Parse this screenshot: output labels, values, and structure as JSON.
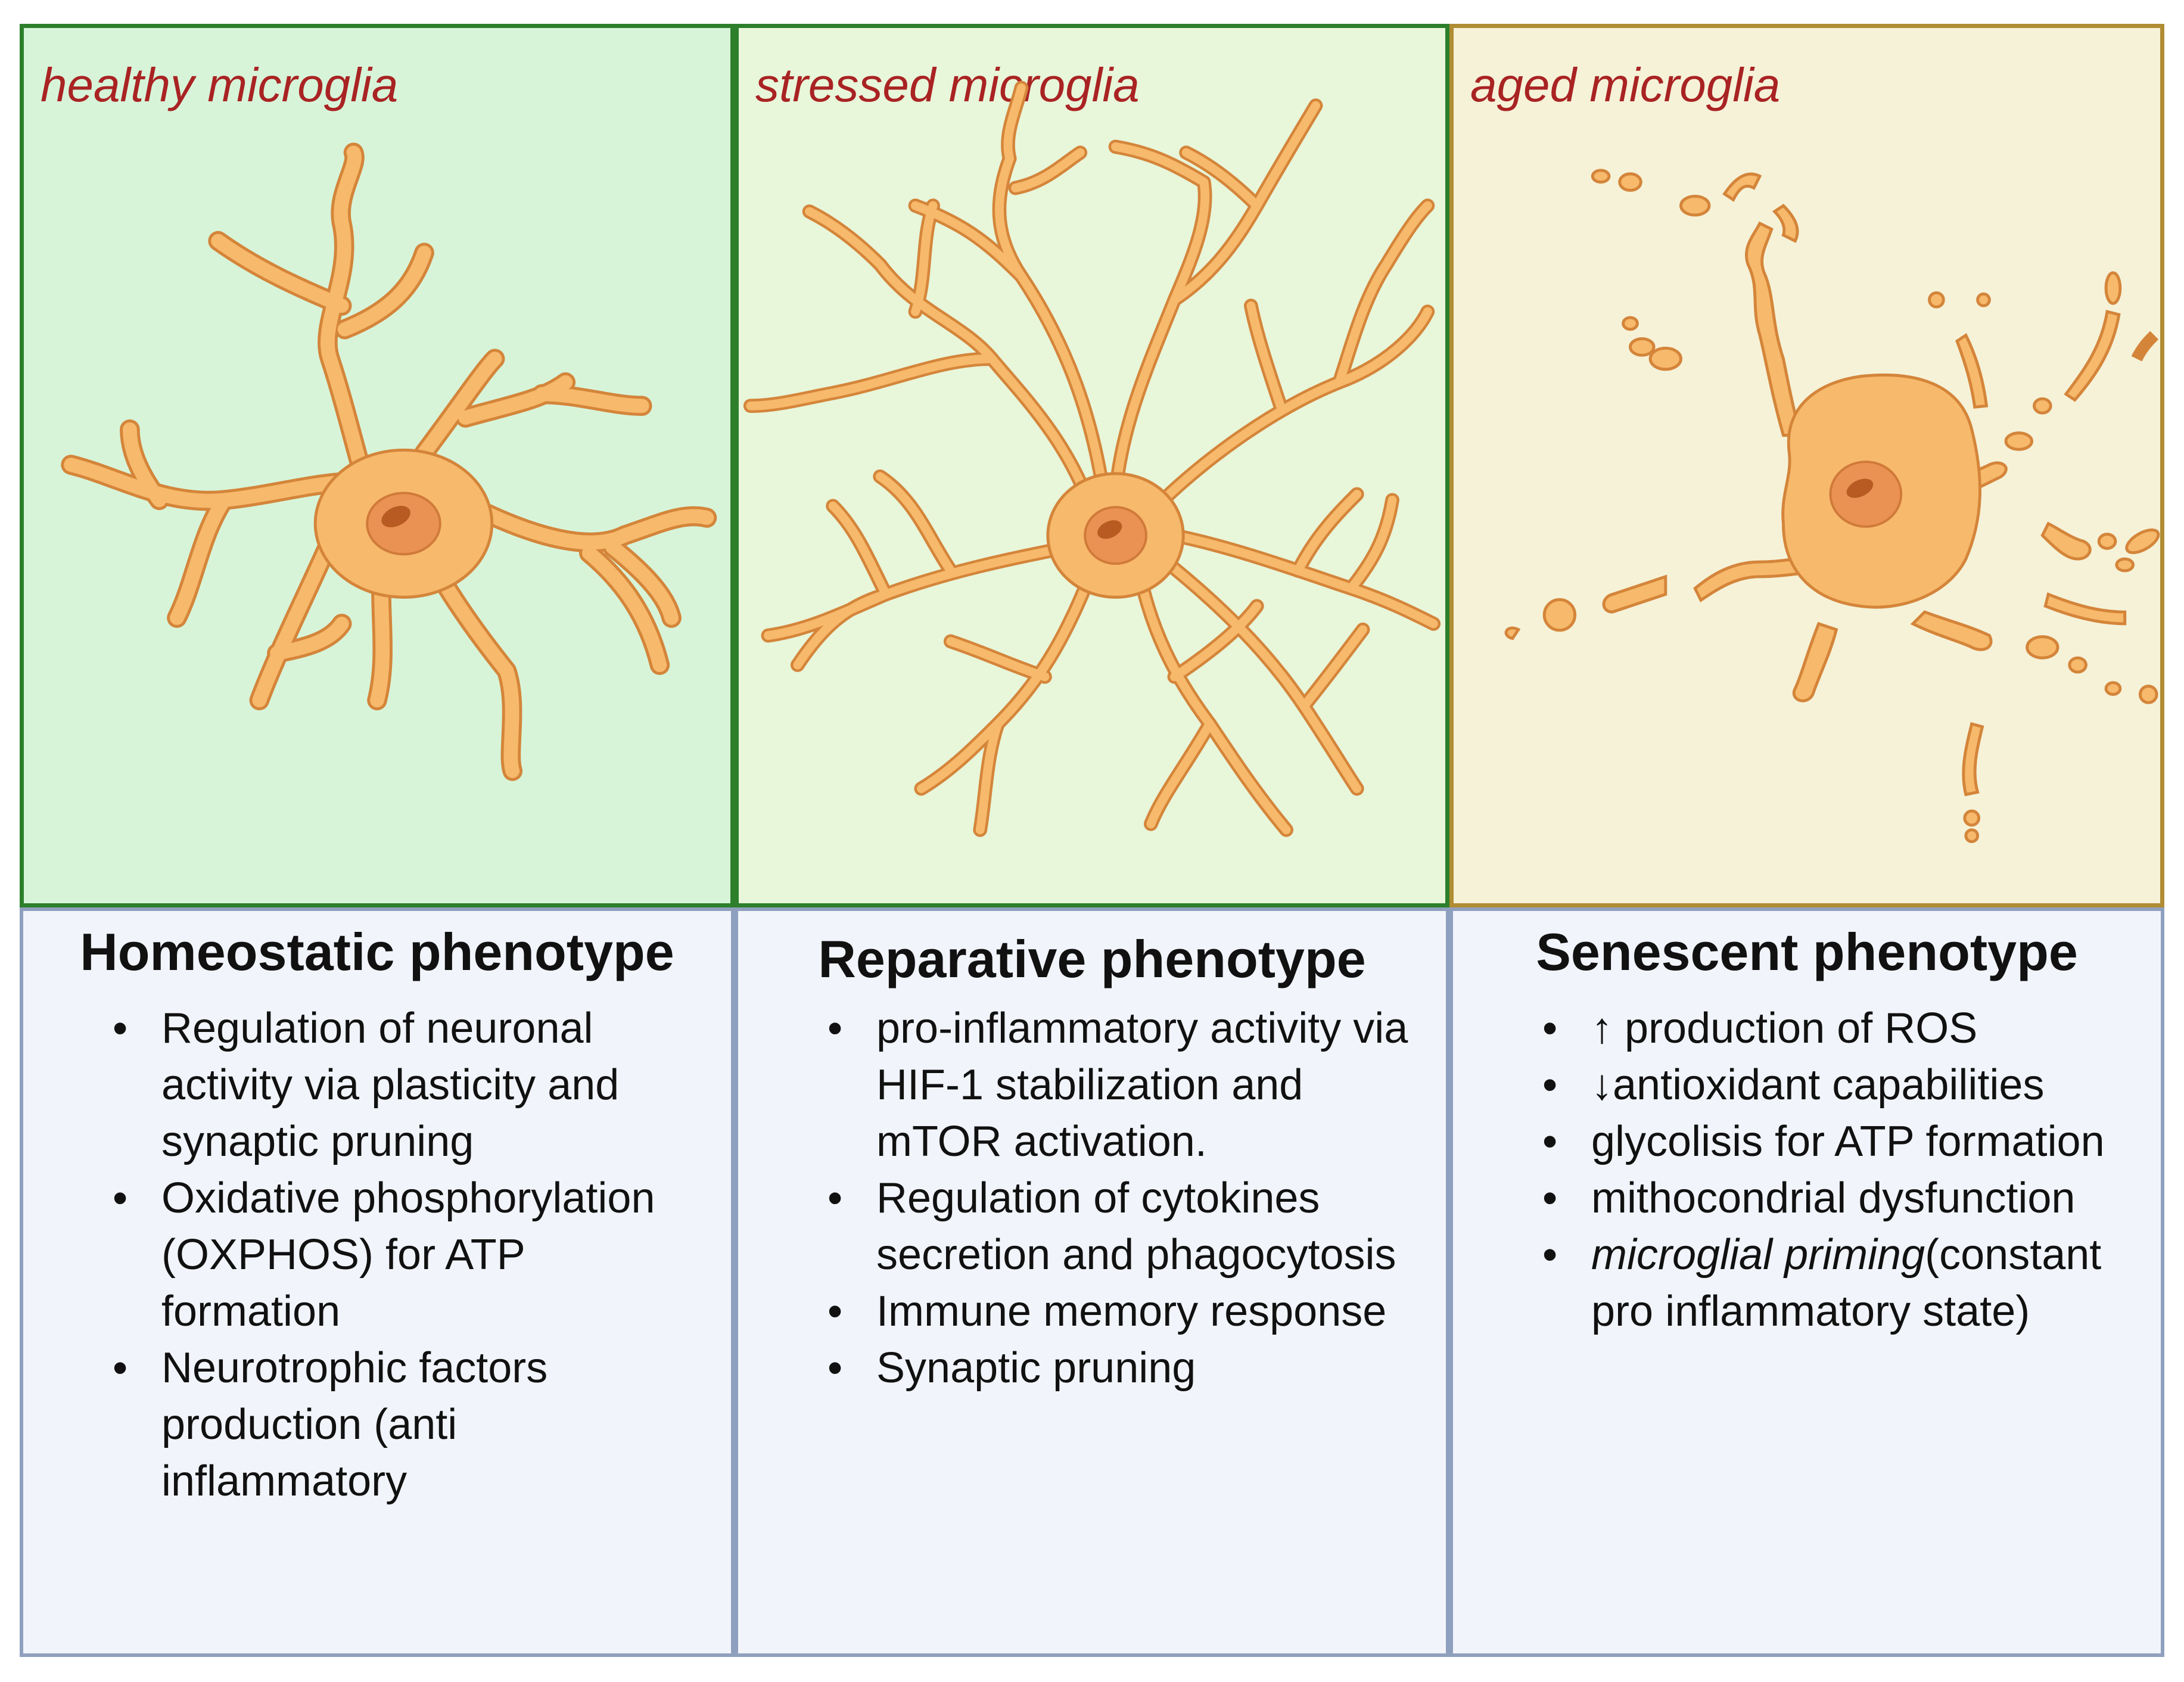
{
  "colors": {
    "panel_healthy": "#d7f4d9",
    "panel_stressed": "#e8f6da",
    "panel_aged": "#f5f2d8",
    "border_green": "#2d7f2b",
    "border_gold": "#b08c33",
    "label_red": "#a92323",
    "cell_fill": "#f7b96b",
    "cell_outline": "#d4853a",
    "nucleus": "#e99253",
    "text_box_bg": "#f1f4fa",
    "text_box_border": "#8fa0be"
  },
  "panels": [
    {
      "state_label": "healthy microglia",
      "cell_icon": "ramified-microglia-icon",
      "phenotype": "Homeostatic phenotype",
      "traits": [
        "Regulation of neuronal activity via plasticity and synaptic pruning",
        "Oxidative phosphorylation (OXPHOS) for ATP formation",
        "Neurotrophic factors production (anti inflammatory"
      ]
    },
    {
      "state_label": "stressed microglia",
      "cell_icon": "hyper-ramified-microglia-icon",
      "phenotype": "Reparative phenotype",
      "traits": [
        "pro-inflammatory activity via HIF-1 stabilization and mTOR activation.",
        "Regulation of cytokines secretion and phagocytosis",
        "Immune memory response",
        "Synaptic pruning"
      ]
    },
    {
      "state_label": "aged microglia",
      "cell_icon": "dystrophic-microglia-icon",
      "phenotype": "Senescent phenotype",
      "traits": [
        "↑ production of ROS",
        "↓antioxidant capabilities",
        "glycolisis for ATP formation",
        "mithocondrial dysfunction"
      ],
      "trait_last_italic": "microglial priming",
      "trait_last_rest": "(constant pro inflammatory state)"
    }
  ]
}
